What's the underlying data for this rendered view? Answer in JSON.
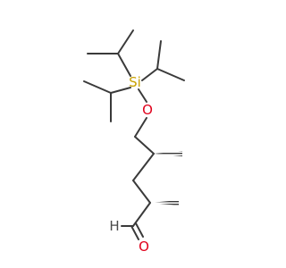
{
  "molecule": {
    "atoms": {
      "silicon": {
        "symbol": "Si",
        "color": "#c8a000"
      },
      "ether_oxygen": {
        "symbol": "O",
        "color": "#e0001b"
      },
      "aldehyde_oxygen": {
        "symbol": "O",
        "color": "#e0001b"
      },
      "aldehyde_hydrogen": {
        "symbol": "H",
        "color": "#4a4a4a"
      }
    },
    "bond_color": "#3a3a3a"
  }
}
